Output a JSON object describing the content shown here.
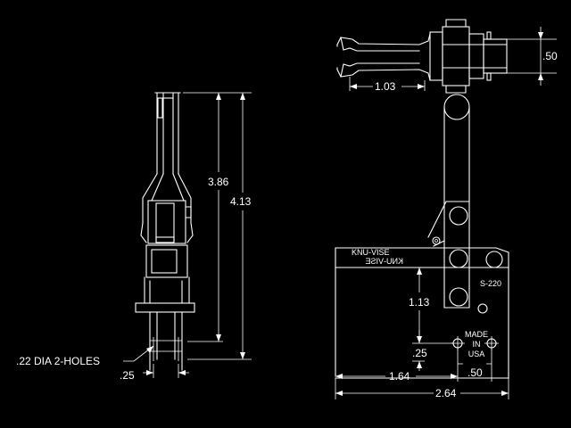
{
  "colors": {
    "background": "#000000",
    "line": "#ffffff"
  },
  "side_view": {
    "dim_height_inner": "3.86",
    "dim_height_outer": "4.13",
    "dim_hole_label": ".22 DIA 2-HOLES",
    "dim_hole_spacing": ".25"
  },
  "top_view": {
    "dim_jaw_length": "1.03",
    "dim_jaw_width": ".50"
  },
  "front_view": {
    "brand_label": "KNU-VISE",
    "brand_label_mirrored": "KNU-VISE",
    "model_number": "S-220",
    "made_in_lines": [
      "MADE",
      "IN",
      "USA"
    ],
    "dim_vertical_upper": "1.13",
    "dim_vertical_lower": ".25",
    "dim_hole_offset": "1.64",
    "dim_hole_spacing": ".50",
    "dim_overall_width": "2.64"
  }
}
